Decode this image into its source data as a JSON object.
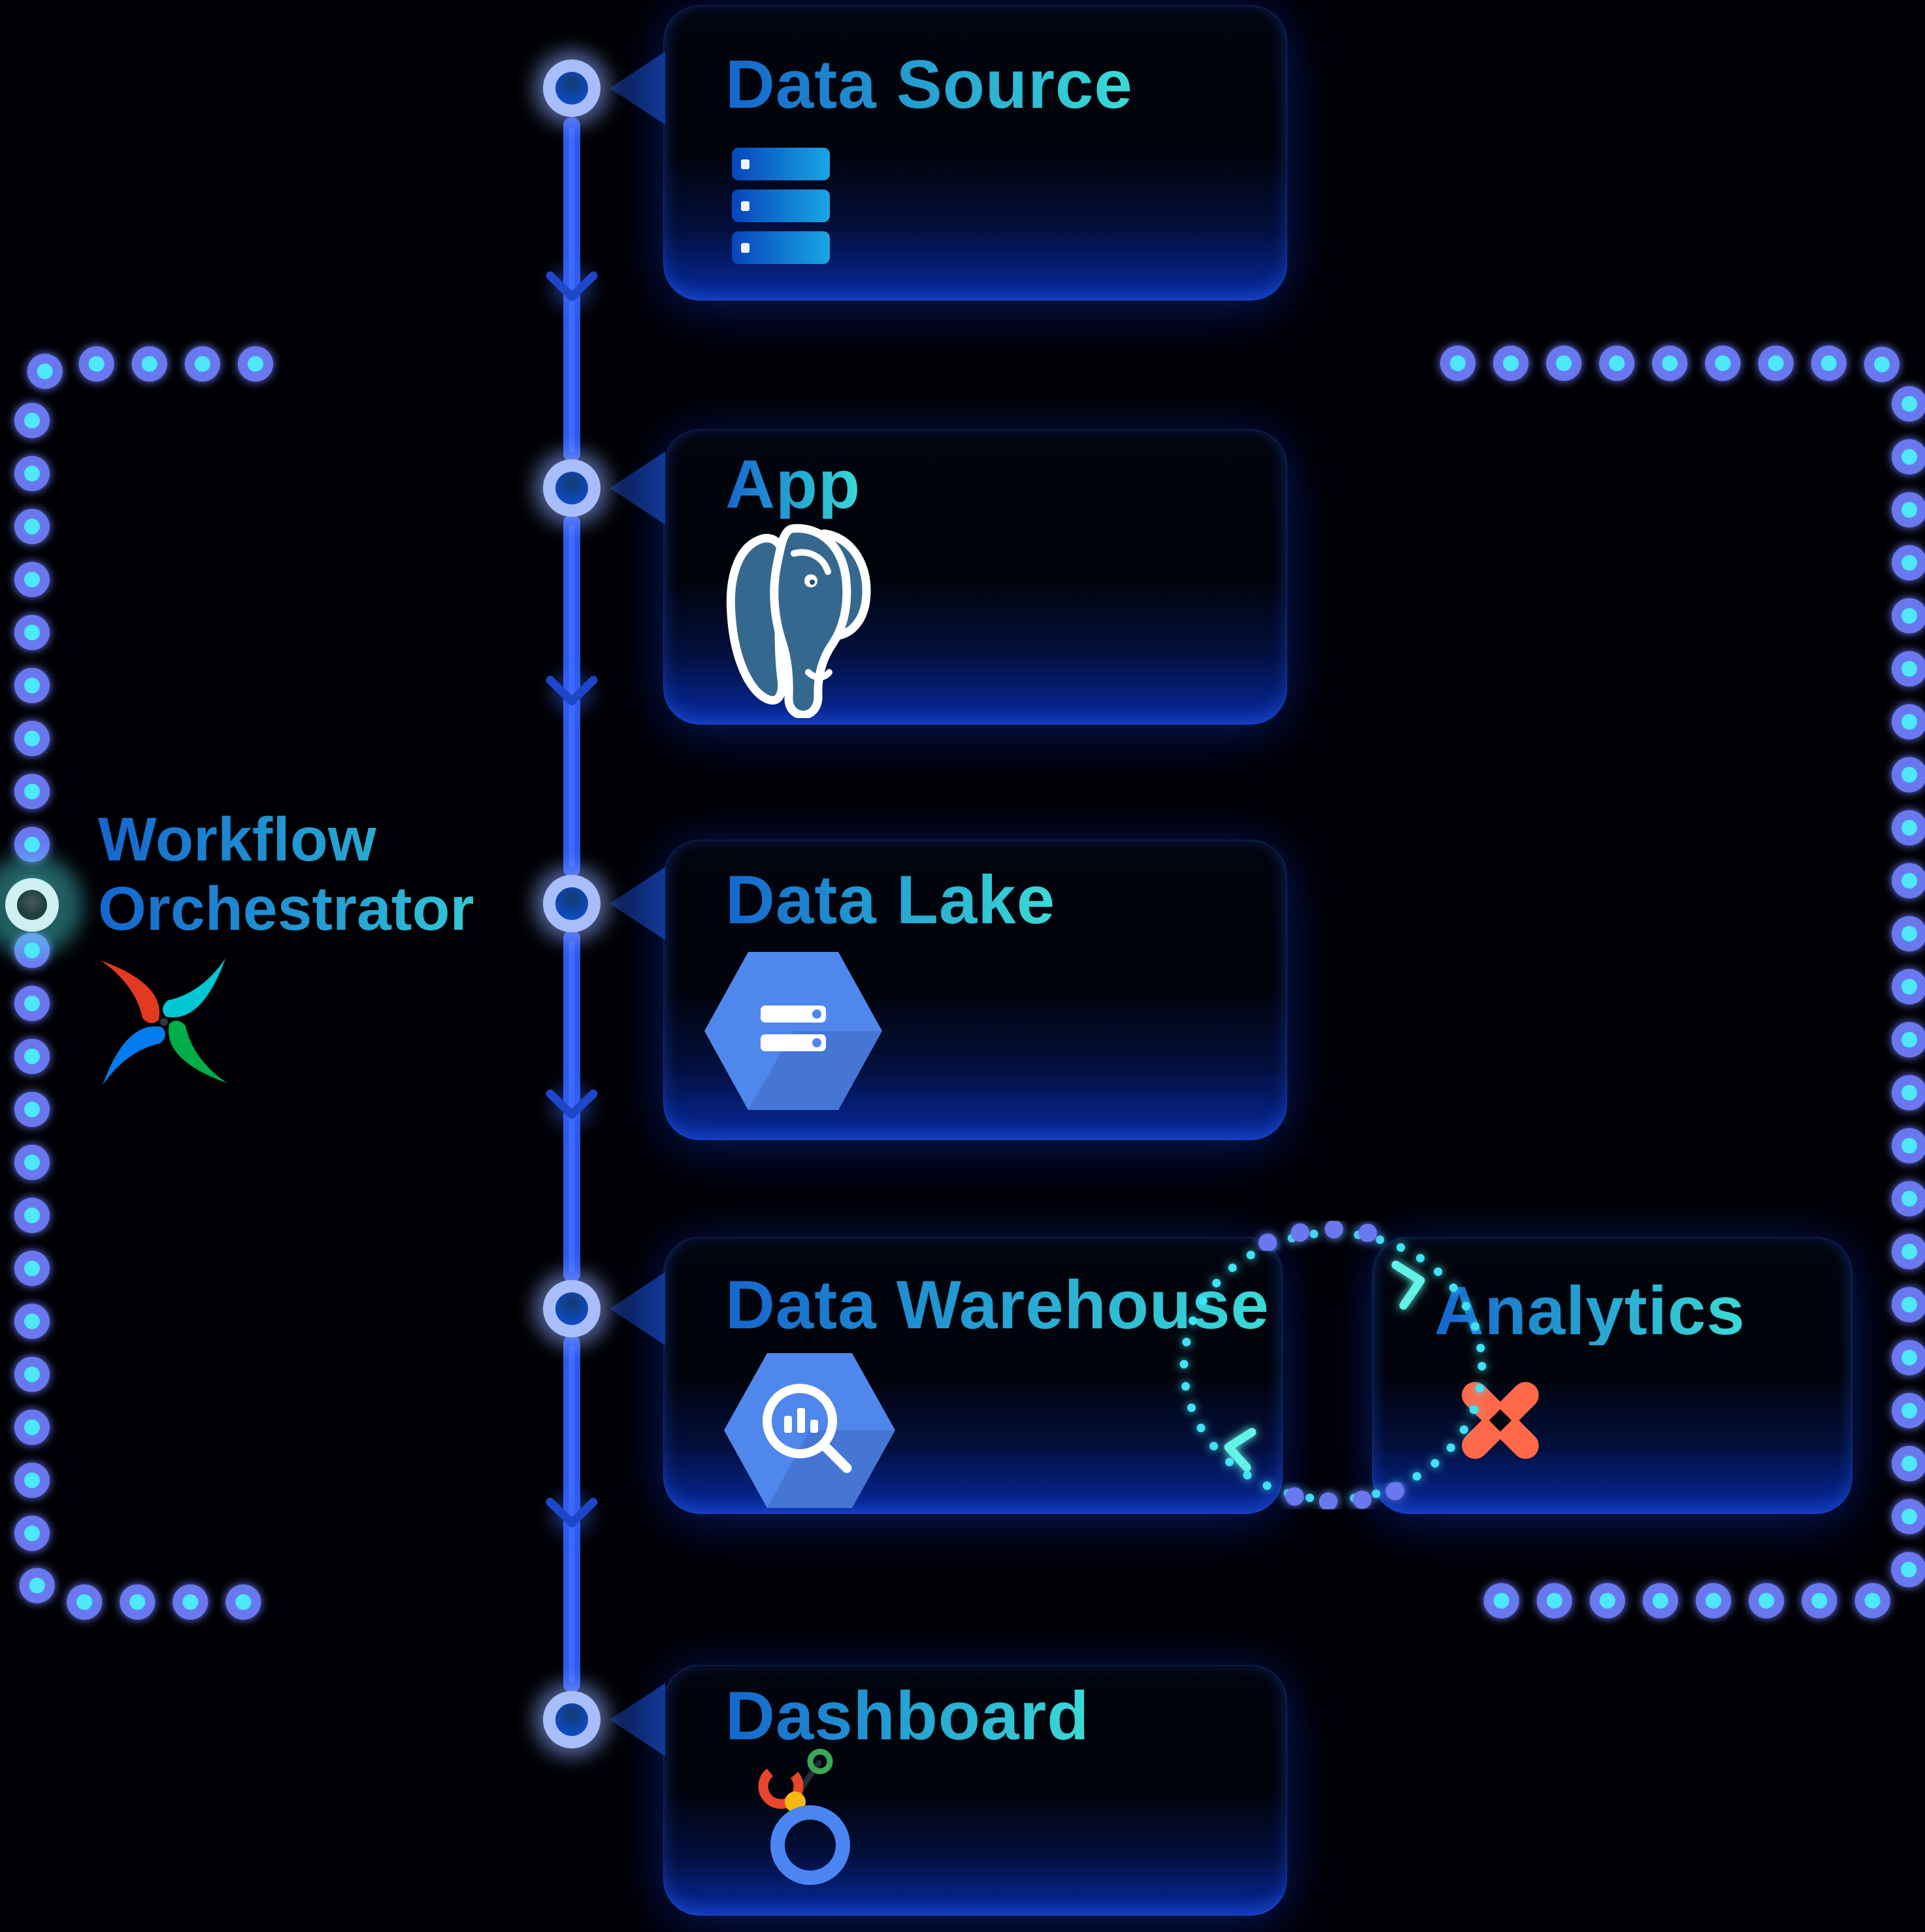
{
  "stages": [
    {
      "label": "Data Source",
      "icon": "server-stack-icon"
    },
    {
      "label": "App",
      "icon": "postgresql-elephant-icon"
    },
    {
      "label": "Data Lake",
      "icon": "cloud-storage-hexagon-icon"
    },
    {
      "label": "Data Warehouse",
      "icon": "bigquery-hexagon-icon"
    },
    {
      "label": "Dashboard",
      "icon": "looker-studio-icon"
    }
  ],
  "analytics": {
    "label": "Analytics",
    "icon": "dbt-star-icon"
  },
  "orchestrator": {
    "label": "Workflow Orchestrator",
    "icon": "airflow-pinwheel-icon"
  },
  "colors": {
    "background": "#000004",
    "title_gradient_start": "#1565cd",
    "title_gradient_end": "#3adbd6",
    "timeline_blue": "#2c58ee",
    "node_outer": "#aabdfb",
    "node_inner": "#0b51dd",
    "bracket_dot_outer": "#6a78f0",
    "bracket_dot_inner": "#4ee8fa",
    "cycle_arrow_cyan": "#3fe2f8",
    "card_glow_blue": "#0b2fa6",
    "dbt_orange": "#ff6849",
    "gcp_hexagon_blue": "#5087ec",
    "postgres_slate": "#35688f",
    "airflow_red": "#e43921",
    "airflow_teal": "#00c7d4",
    "airflow_blue": "#017cee",
    "airflow_green": "#00ad46",
    "looker_blue": "#4b85f2"
  }
}
